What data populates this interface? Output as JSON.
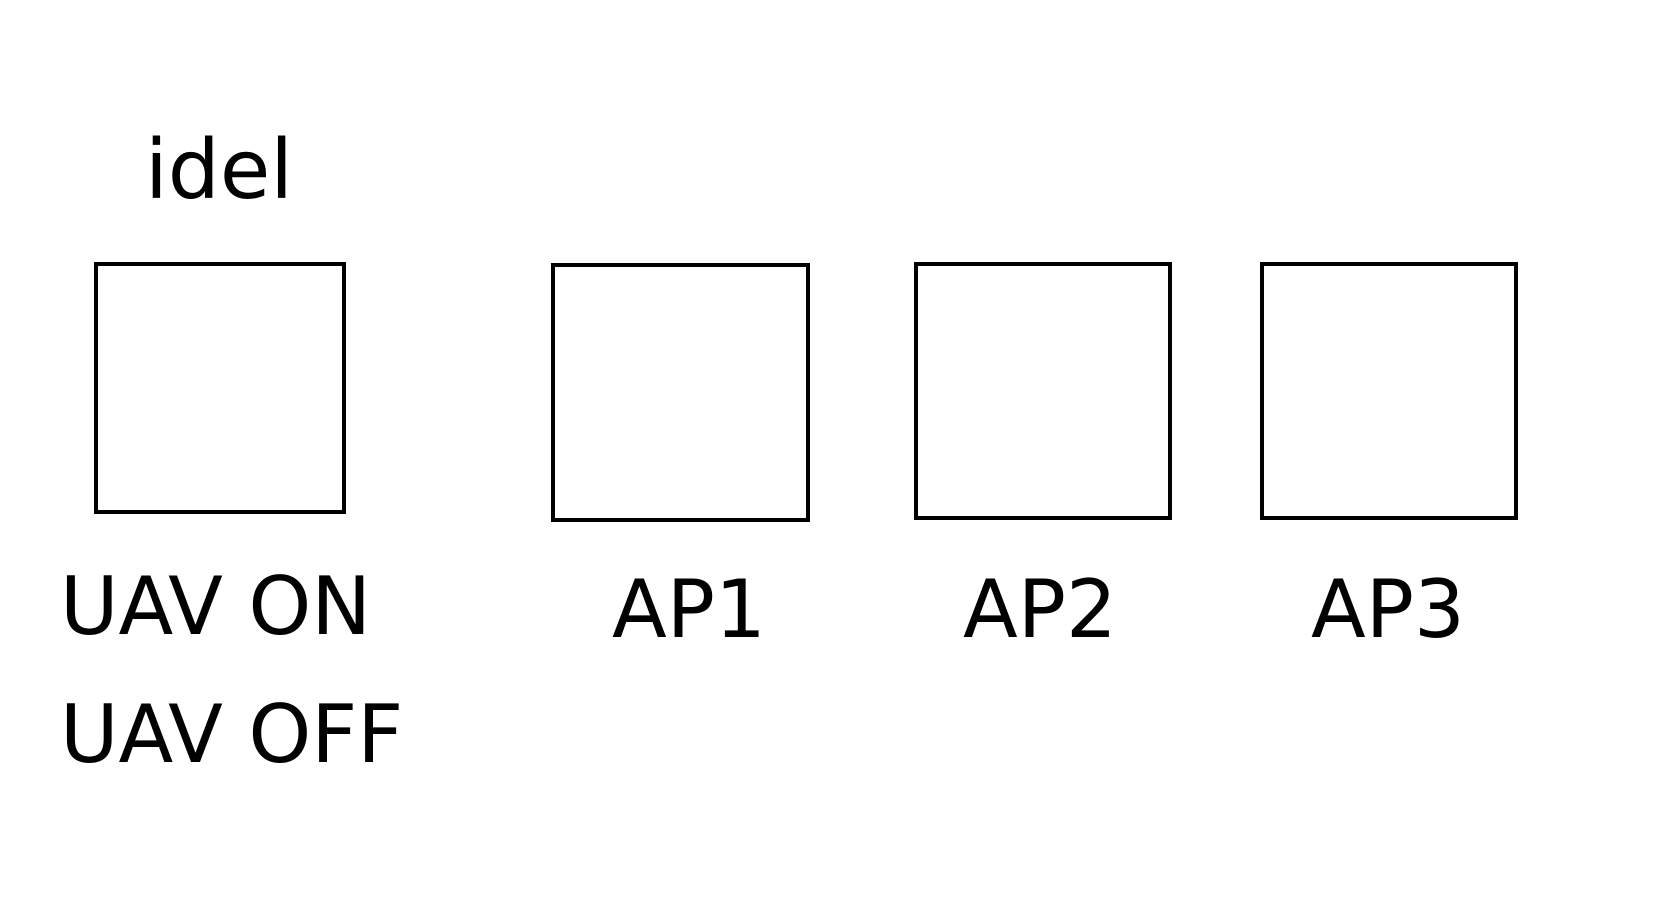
{
  "status": {
    "text": "idel"
  },
  "uav": {
    "on_label": "UAV ON",
    "off_label": "UAV OFF"
  },
  "access_points": [
    {
      "label": "AP1"
    },
    {
      "label": "AP2"
    },
    {
      "label": "AP3"
    }
  ]
}
